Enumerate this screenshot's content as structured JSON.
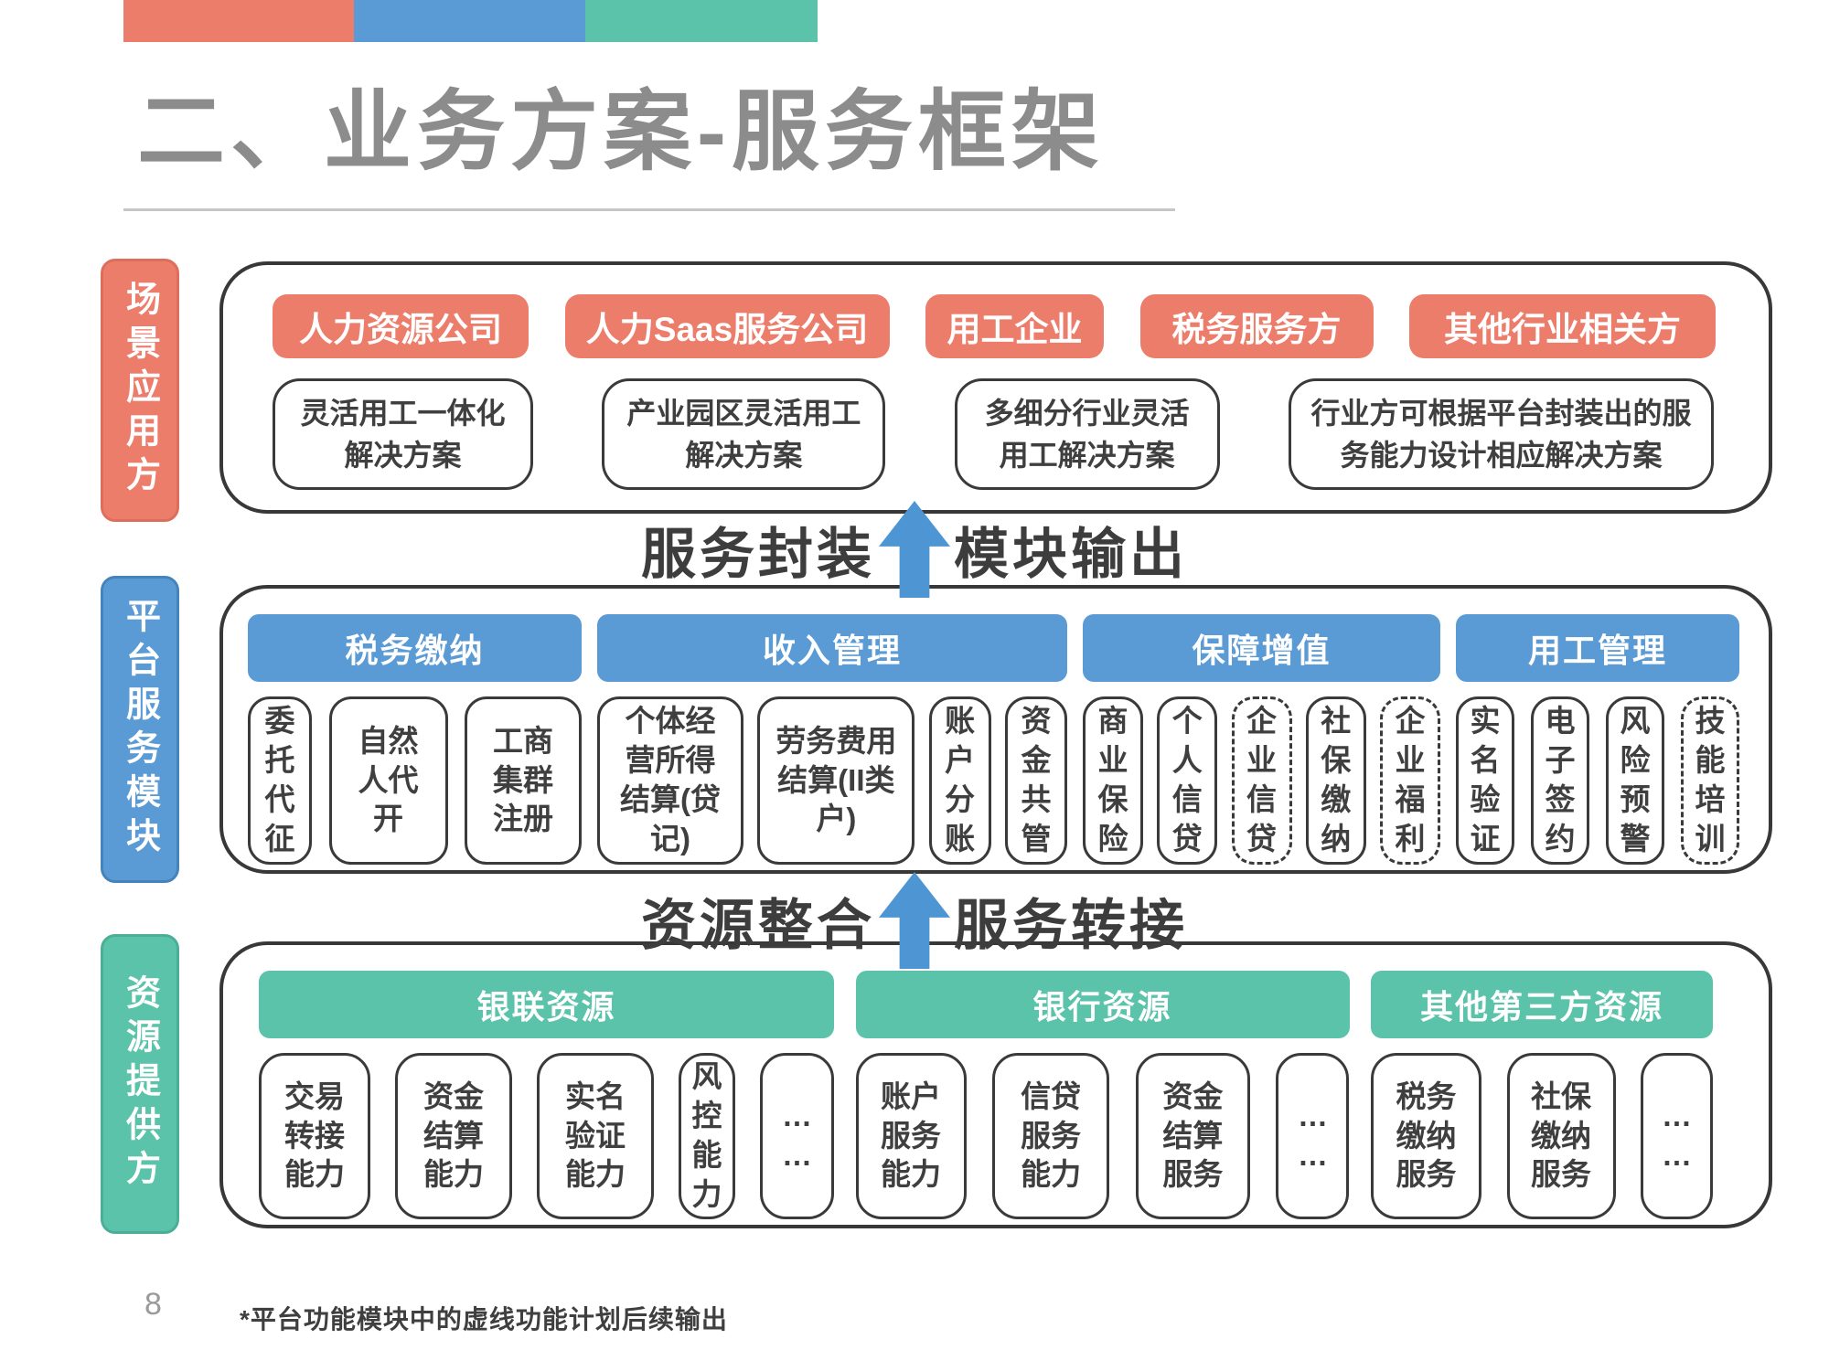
{
  "page": {
    "title": "二、业务方案-服务框架",
    "page_number": "8",
    "footnote": "*平台功能模块中的虚线功能计划后续输出"
  },
  "accent_colors": {
    "salmon": "#ED7D6B",
    "blue": "#5B9BD5",
    "green": "#5CC3AB",
    "arrow_blue": "#4E96D3",
    "outline_dark": "#383838",
    "title_gray": "#8C8C8C"
  },
  "arrows": [
    {
      "left": "服务封装",
      "right": "模块输出"
    },
    {
      "left": "资源整合",
      "right": "服务转接"
    }
  ],
  "sections": {
    "scenario": {
      "side_label": "场景应用方",
      "actors": [
        "人力资源公司",
        "人力Saas服务公司",
        "用工企业",
        "税务服务方",
        "其他行业相关方"
      ],
      "solutions": [
        "灵活用工一体化解决方案",
        "产业园区灵活用工解决方案",
        "多细分行业灵活用工解决方案",
        "行业方可根据平台封装出的服务能力设计相应解决方案"
      ]
    },
    "platform": {
      "side_label": "平台服务模块",
      "groups": [
        {
          "header": "税务缴纳",
          "cells": [
            {
              "label": "委托代征"
            },
            {
              "label": "自然人代开"
            },
            {
              "label": "工商集群注册"
            }
          ]
        },
        {
          "header": "收入管理",
          "cells": [
            {
              "label": "个体经营所得结算(贷记)"
            },
            {
              "label": "劳务费用结算(II类户)"
            },
            {
              "label": "账户分账"
            },
            {
              "label": "资金共管"
            }
          ]
        },
        {
          "header": "保障增值",
          "cells": [
            {
              "label": "商业保险"
            },
            {
              "label": "个人信贷"
            },
            {
              "label": "企业信贷",
              "dashed": true
            },
            {
              "label": "社保缴纳"
            },
            {
              "label": "企业福利",
              "dashed": true
            }
          ]
        },
        {
          "header": "用工管理",
          "cells": [
            {
              "label": "实名验证"
            },
            {
              "label": "电子签约"
            },
            {
              "label": "风险预警"
            },
            {
              "label": "技能培训",
              "dashed": true
            }
          ]
        }
      ]
    },
    "resource": {
      "side_label": "资源提供方",
      "groups": [
        {
          "header": "银联资源",
          "cells": [
            {
              "label": "交易转接能力"
            },
            {
              "label": "资金结算能力"
            },
            {
              "label": "实名验证能力"
            },
            {
              "label": "风控能力"
            },
            {
              "label": "……",
              "ellipsis": true
            }
          ]
        },
        {
          "header": "银行资源",
          "cells": [
            {
              "label": "账户服务能力"
            },
            {
              "label": "信贷服务能力"
            },
            {
              "label": "资金结算服务"
            },
            {
              "label": "……",
              "ellipsis": true
            }
          ]
        },
        {
          "header": "其他第三方资源",
          "cells": [
            {
              "label": "税务缴纳服务"
            },
            {
              "label": "社保缴纳服务"
            },
            {
              "label": "……",
              "ellipsis": true
            }
          ]
        }
      ]
    }
  }
}
